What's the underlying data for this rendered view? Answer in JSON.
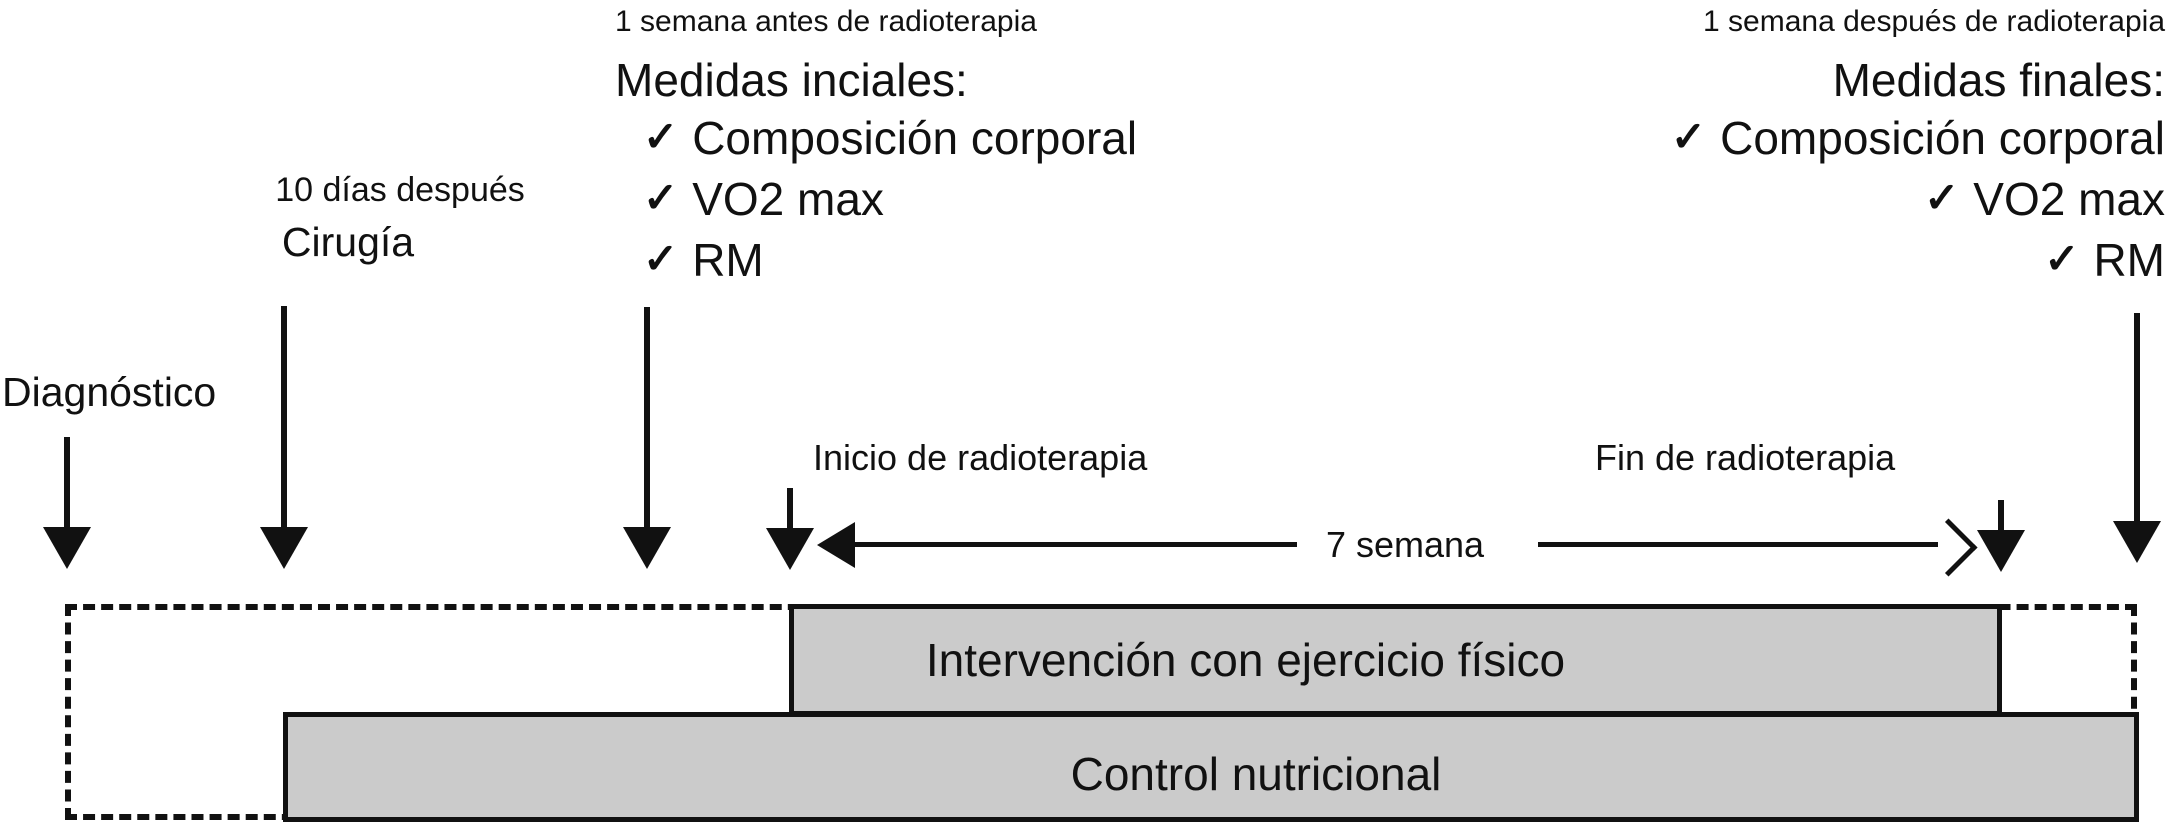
{
  "figure": {
    "background": "#ffffff",
    "ink_color": "#111111",
    "box_fill_color": "#cbcbcb"
  },
  "timeline": {
    "diagnosis_label": "Diagnóstico",
    "surgery_timing_label": "10 días después",
    "surgery_label": "Cirugía",
    "radiotherapy_start_label": "Inicio de radioterapia",
    "radiotherapy_end_label": "Fin de radioterapia",
    "duration_label": "7 semana"
  },
  "initial_measures": {
    "timing": "1 semana antes de radioterapia",
    "title": "Medidas inciales:",
    "check_icon": "✓",
    "items": [
      "Composición corporal",
      "VO2 max",
      "RM"
    ]
  },
  "final_measures": {
    "timing": "1 semana después de radioterapia",
    "title": "Medidas finales:",
    "check_icon": "✓",
    "items": [
      "Composición corporal",
      "VO2 max",
      "RM"
    ]
  },
  "interventions": {
    "exercise": "Intervención con ejercicio físico",
    "nutrition": "Control nutricional"
  }
}
